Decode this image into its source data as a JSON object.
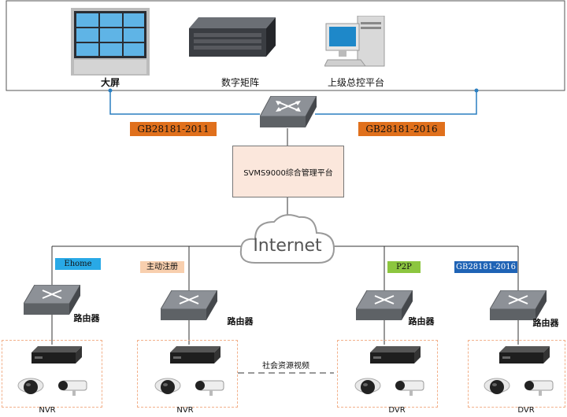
{
  "top_devices": {
    "video_wall": "大屏",
    "matrix": "数字矩阵",
    "upper_platform": "上级总控平台"
  },
  "links": {
    "left_protocol": "GB28181-2011",
    "right_protocol": "GB28181-2016"
  },
  "platform": "SVMS9000综合管理平台",
  "internet": "Internet",
  "branches": [
    {
      "tag": "Ehome",
      "tag_color": "#29a9e6",
      "router": "路由器",
      "device": "NVR"
    },
    {
      "tag": "主动注册",
      "tag_color": "#f8cfae",
      "router": "路由器",
      "device": "NVR"
    },
    {
      "tag": "P2P",
      "tag_color": "#8cc63f",
      "router": "路由器",
      "device": "DVR"
    },
    {
      "tag": "GB28181-2016",
      "tag_color": "#1f63b5",
      "router": "路由器",
      "device": "DVR"
    }
  ],
  "social_video": "社会资源视频",
  "colors": {
    "accent_orange": "#e0701c",
    "link_blue": "#2a7fc1",
    "dash_border": "#f2b08a"
  }
}
